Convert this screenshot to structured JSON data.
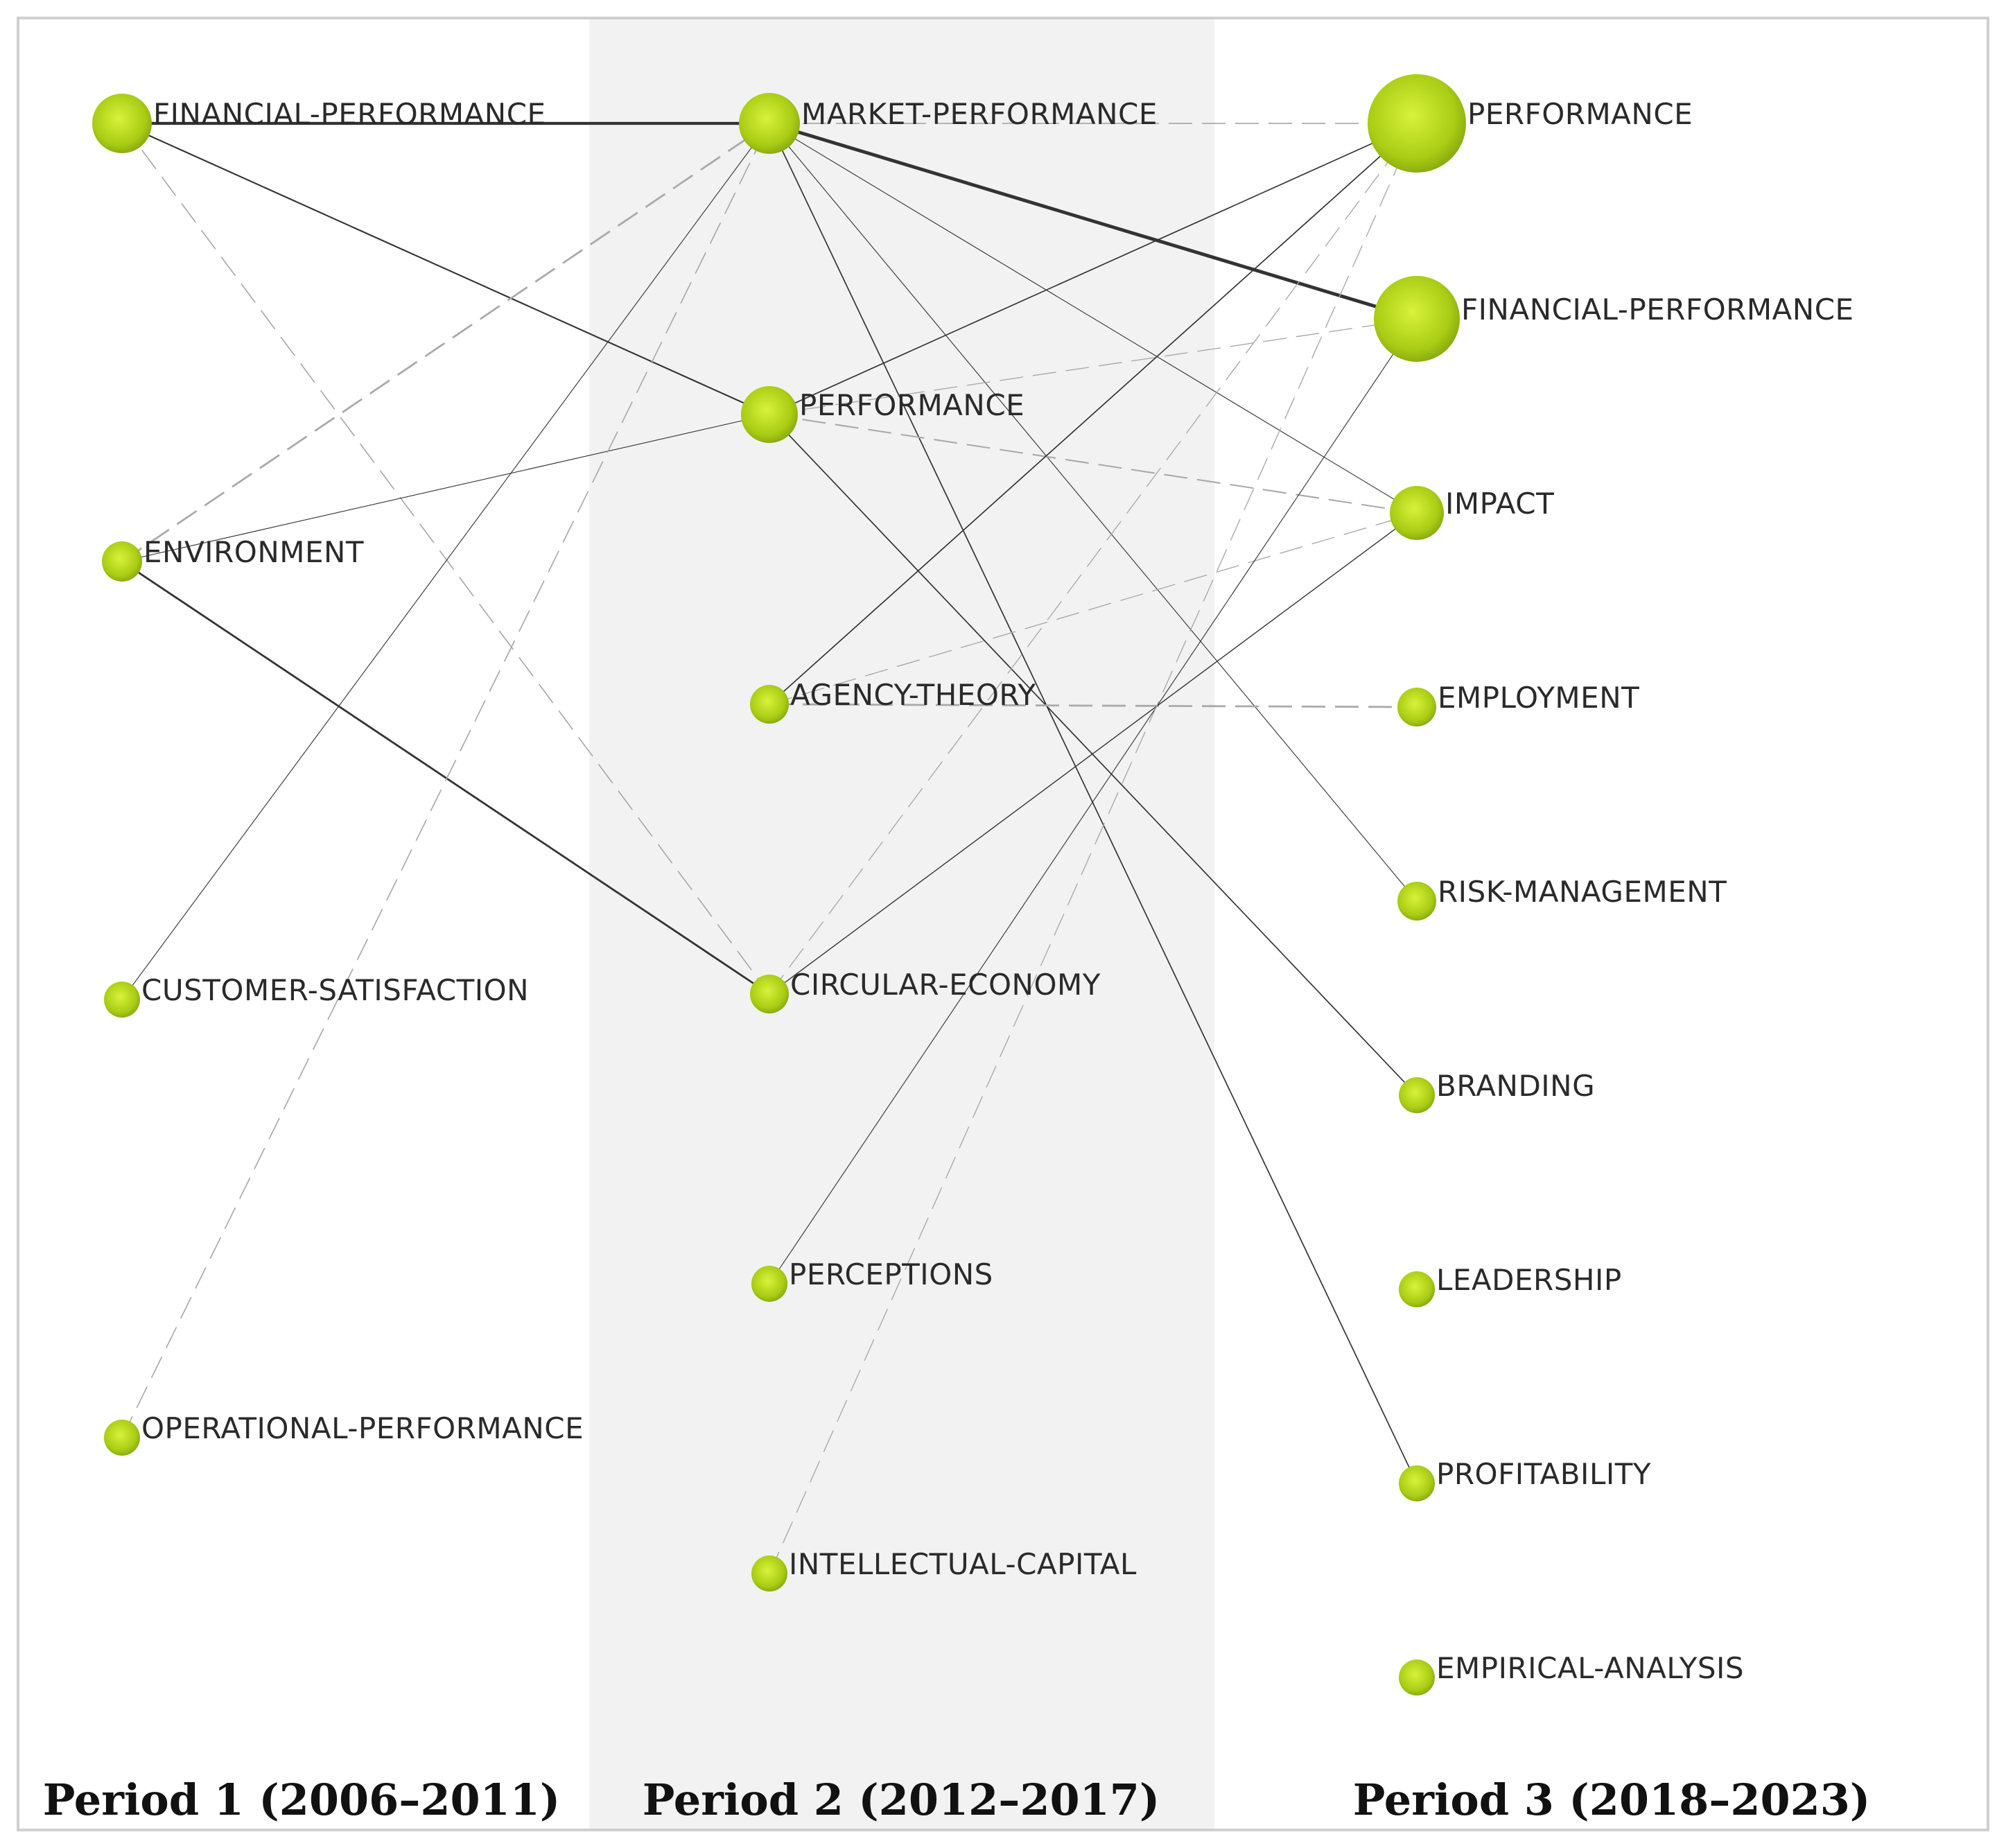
{
  "colors": {
    "node_highlight": "#d9f23a",
    "node_mid": "#a9cc14",
    "node_shadow": "#5c7d0a",
    "link_solid": "#333333",
    "link_dashed": "#aaaaaa",
    "period_band": "#f2f2f2"
  },
  "periods": [
    {
      "id": "p1",
      "label": "Period 1 (2006–2011)"
    },
    {
      "id": "p2",
      "label": "Period 2 (2012–2017)"
    },
    {
      "id": "p3",
      "label": "Period 3 (2018–2023)"
    }
  ],
  "nodes": [
    {
      "id": "p1-financial-performance",
      "period": "p1",
      "label": "FINANCIAL-PERFORMANCE",
      "weight": 2.2
    },
    {
      "id": "p1-environment",
      "period": "p1",
      "label": "ENVIRONMENT",
      "weight": 1
    },
    {
      "id": "p1-customer-satisfaction",
      "period": "p1",
      "label": "CUSTOMER-SATISFACTION",
      "weight": 0.8
    },
    {
      "id": "p1-operational-performance",
      "period": "p1",
      "label": "OPERATIONAL-PERFORMANCE",
      "weight": 0.8
    },
    {
      "id": "p2-market-performance",
      "period": "p2",
      "label": "MARKET-PERFORMANCE",
      "weight": 2.3
    },
    {
      "id": "p2-performance",
      "period": "p2",
      "label": "PERFORMANCE",
      "weight": 2
    },
    {
      "id": "p2-agency-theory",
      "period": "p2",
      "label": "AGENCY-THEORY",
      "weight": 0.9
    },
    {
      "id": "p2-circular-economy",
      "period": "p2",
      "label": "CIRCULAR-ECONOMY",
      "weight": 0.9
    },
    {
      "id": "p2-perceptions",
      "period": "p2",
      "label": "PERCEPTIONS",
      "weight": 0.8
    },
    {
      "id": "p2-intellectual-capital",
      "period": "p2",
      "label": "INTELLECTUAL-CAPITAL",
      "weight": 0.8
    },
    {
      "id": "p3-performance",
      "period": "p3",
      "label": "PERFORMANCE",
      "weight": 6
    },
    {
      "id": "p3-financial-performance",
      "period": "p3",
      "label": "FINANCIAL-PERFORMANCE",
      "weight": 4.5
    },
    {
      "id": "p3-impact",
      "period": "p3",
      "label": "IMPACT",
      "weight": 1.8
    },
    {
      "id": "p3-employment",
      "period": "p3",
      "label": "EMPLOYMENT",
      "weight": 0.9
    },
    {
      "id": "p3-risk-management",
      "period": "p3",
      "label": "RISK-MANAGEMENT",
      "weight": 0.9
    },
    {
      "id": "p3-branding",
      "period": "p3",
      "label": "BRANDING",
      "weight": 0.8
    },
    {
      "id": "p3-leadership",
      "period": "p3",
      "label": "LEADERSHIP",
      "weight": 0.8
    },
    {
      "id": "p3-profitability",
      "period": "p3",
      "label": "PROFITABILITY",
      "weight": 0.8
    },
    {
      "id": "p3-empirical-analysis",
      "period": "p3",
      "label": "EMPIRICAL-ANALYSIS",
      "weight": 0.8
    }
  ],
  "links": [
    {
      "from": "p1-financial-performance",
      "to": "p2-market-performance",
      "style": "solid",
      "strength": 3
    },
    {
      "from": "p1-financial-performance",
      "to": "p2-performance",
      "style": "solid",
      "strength": 1.5
    },
    {
      "from": "p1-financial-performance",
      "to": "p2-circular-economy",
      "style": "dashed",
      "strength": 1.2
    },
    {
      "from": "p1-environment",
      "to": "p2-market-performance",
      "style": "dashed",
      "strength": 2
    },
    {
      "from": "p1-environment",
      "to": "p2-performance",
      "style": "solid",
      "strength": 0.8
    },
    {
      "from": "p1-environment",
      "to": "p2-circular-economy",
      "style": "solid",
      "strength": 2
    },
    {
      "from": "p1-customer-satisfaction",
      "to": "p2-market-performance",
      "style": "solid",
      "strength": 0.8
    },
    {
      "from": "p1-operational-performance",
      "to": "p2-market-performance",
      "style": "dashed",
      "strength": 1.2
    },
    {
      "from": "p2-market-performance",
      "to": "p3-performance",
      "style": "dashed",
      "strength": 1.2
    },
    {
      "from": "p2-market-performance",
      "to": "p3-financial-performance",
      "style": "solid",
      "strength": 3.5
    },
    {
      "from": "p2-market-performance",
      "to": "p3-impact",
      "style": "solid",
      "strength": 0.8
    },
    {
      "from": "p2-market-performance",
      "to": "p3-risk-management",
      "style": "solid",
      "strength": 0.8
    },
    {
      "from": "p2-market-performance",
      "to": "p3-profitability",
      "style": "solid",
      "strength": 1.2
    },
    {
      "from": "p2-performance",
      "to": "p3-performance",
      "style": "solid",
      "strength": 1.2
    },
    {
      "from": "p2-performance",
      "to": "p3-financial-performance",
      "style": "dashed",
      "strength": 1
    },
    {
      "from": "p2-performance",
      "to": "p3-impact",
      "style": "dashed",
      "strength": 1.5
    },
    {
      "from": "p2-performance",
      "to": "p3-branding",
      "style": "solid",
      "strength": 1.2
    },
    {
      "from": "p2-agency-theory",
      "to": "p3-performance",
      "style": "solid",
      "strength": 1.2
    },
    {
      "from": "p2-agency-theory",
      "to": "p3-impact",
      "style": "dashed",
      "strength": 1
    },
    {
      "from": "p2-agency-theory",
      "to": "p3-employment",
      "style": "dashed",
      "strength": 2
    },
    {
      "from": "p2-circular-economy",
      "to": "p3-performance",
      "style": "dashed",
      "strength": 1
    },
    {
      "from": "p2-circular-economy",
      "to": "p3-impact",
      "style": "solid",
      "strength": 1
    },
    {
      "from": "p2-perceptions",
      "to": "p3-financial-performance",
      "style": "solid",
      "strength": 0.8
    },
    {
      "from": "p2-intellectual-capital",
      "to": "p3-performance",
      "style": "dashed",
      "strength": 1
    }
  ]
}
